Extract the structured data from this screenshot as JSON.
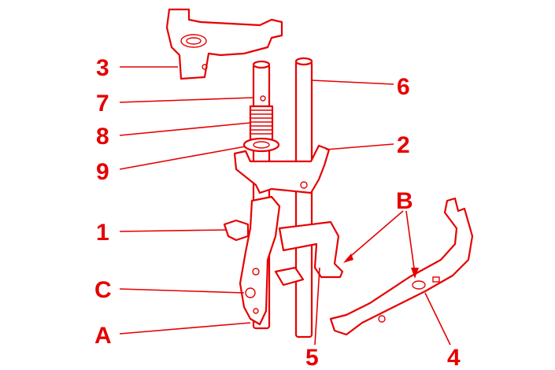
{
  "diagram": {
    "accent_color": "#e60000",
    "callouts": {
      "c3": "3",
      "c7": "7",
      "c8": "8",
      "c9": "9",
      "c1": "1",
      "cC": "C",
      "cA": "A",
      "c6": "6",
      "c2": "2",
      "cB": "B",
      "c5": "5",
      "c4": "4"
    }
  }
}
